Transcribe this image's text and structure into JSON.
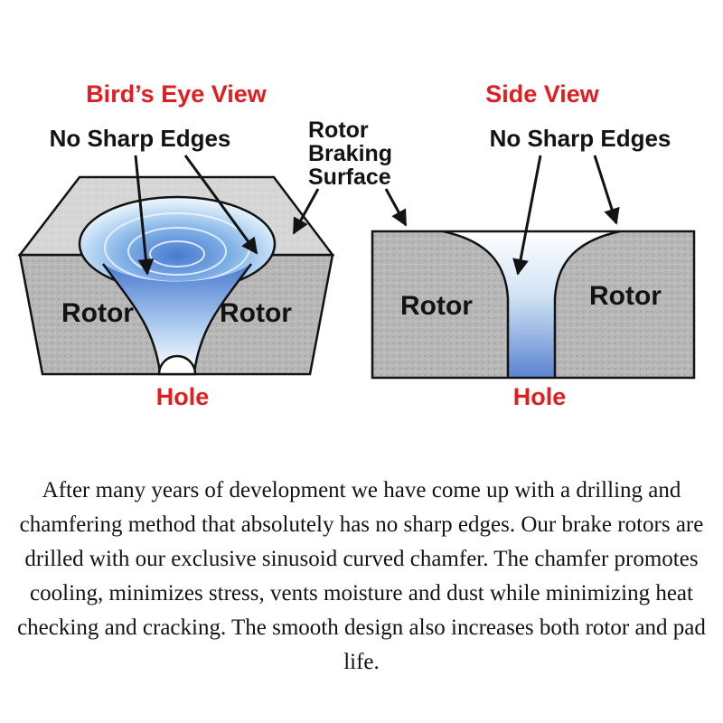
{
  "colors": {
    "red": "#e01d20",
    "black": "#131313",
    "gray_front": "#b7b7b7",
    "gray_top": "#d6d6d6",
    "blue_deep": "#4a79cf",
    "blue_light": "#eef6ff",
    "white": "#ffffff"
  },
  "diagram": {
    "birds_eye": {
      "title": "Bird’s Eye View",
      "no_sharp_edges": "No Sharp Edges",
      "rotor_left": "Rotor",
      "rotor_right": "Rotor",
      "hole": "Hole"
    },
    "center_label": {
      "line1": "Rotor",
      "line2": "Braking",
      "line3": "Surface"
    },
    "side_view": {
      "title": "Side View",
      "no_sharp_edges": "No Sharp Edges",
      "rotor_left": "Rotor",
      "rotor_right": "Rotor",
      "hole": "Hole"
    }
  },
  "paragraph": "After many years of development we have come up with a drilling and chamfering method that absolutely has no sharp edges.  Our brake rotors are drilled with our exclusive sinusoid curved chamfer. The chamfer promotes cooling, minimizes stress, vents moisture and dust while minimizing heat checking and cracking. The smooth design also increases both rotor and pad life."
}
